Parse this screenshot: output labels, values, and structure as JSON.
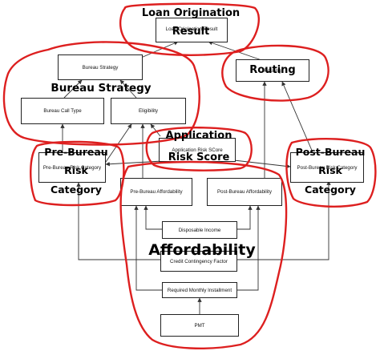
{
  "diagram": {
    "nodes": {
      "loan_origination_result": "Loan Origination Result",
      "bureau_strategy": "Bureau Strategy",
      "routing": "Routing",
      "bureau_call_type": "Bureau Call Type",
      "eligibility": "Eligibility",
      "application_risk_score": "Application Risk SCore",
      "pre_bureau_risk_category": "Pre-Bureau Risk Category",
      "post_bureau_risk_category": "Post-Bureau Risk Category",
      "pre_bureau_affordability": "Pre-Bureau Affordability",
      "post_bureau_affordability": "Post-Bureau Affordability",
      "disposable_income": "Disposable Income",
      "credit_contingency_factor": "Credit Contingency Factor",
      "required_monthly_installment": "Required Monthly Installment",
      "pmt": "PMT"
    },
    "annotations": {
      "loan_origination_line1": "Loan Origination",
      "loan_origination_line2": "Result",
      "bureau_strategy": "Bureau Strategy",
      "routing": "Routing",
      "application_line1": "Application",
      "application_line2": "Risk Score",
      "pre_bureau_line1": "Pre-Bureau",
      "pre_bureau_line2": "Risk",
      "pre_bureau_line3": "Category",
      "post_bureau_line1": "Post-Bureau",
      "post_bureau_line2": "Risk",
      "post_bureau_line3": "Category",
      "affordability": "Affordability"
    },
    "colors": {
      "highlight": "#dd1f1f",
      "box_border": "#222222",
      "connector": "#333333"
    }
  }
}
